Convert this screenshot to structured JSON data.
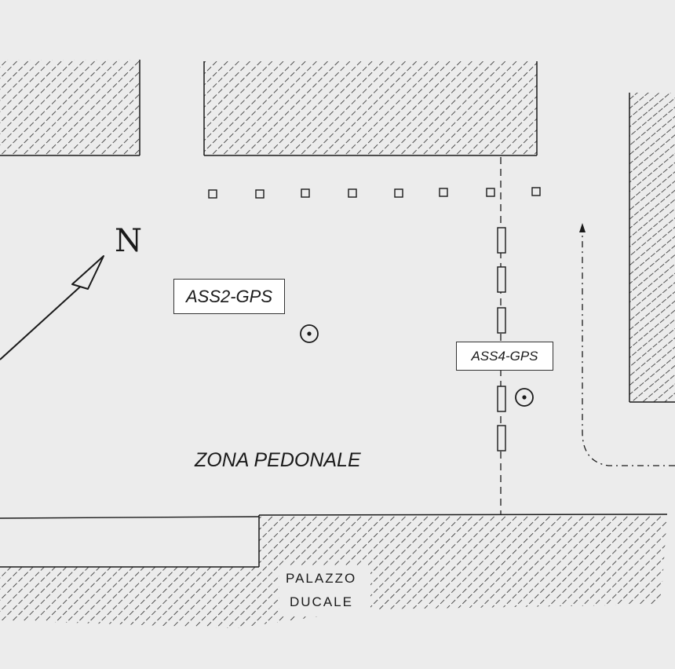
{
  "points": [
    {
      "label": "ASS2-GPS"
    },
    {
      "label": "ASS4-GPS"
    }
  ],
  "areas": {
    "zone_label": "ZONA PEDONALE",
    "palace_label_line1": "PALAZZO",
    "palace_label_line2": "DUCALE"
  },
  "compass": {
    "label": "N"
  },
  "colors": {
    "paper": "#ececec",
    "ink": "#1a1a1a",
    "hatch": "#2a2a2a"
  },
  "icons": {
    "gps_marker": "target-circle-dot-icon",
    "north_arrow": "north-arrow-icon",
    "direction_arrow": "triangle-up-icon"
  }
}
